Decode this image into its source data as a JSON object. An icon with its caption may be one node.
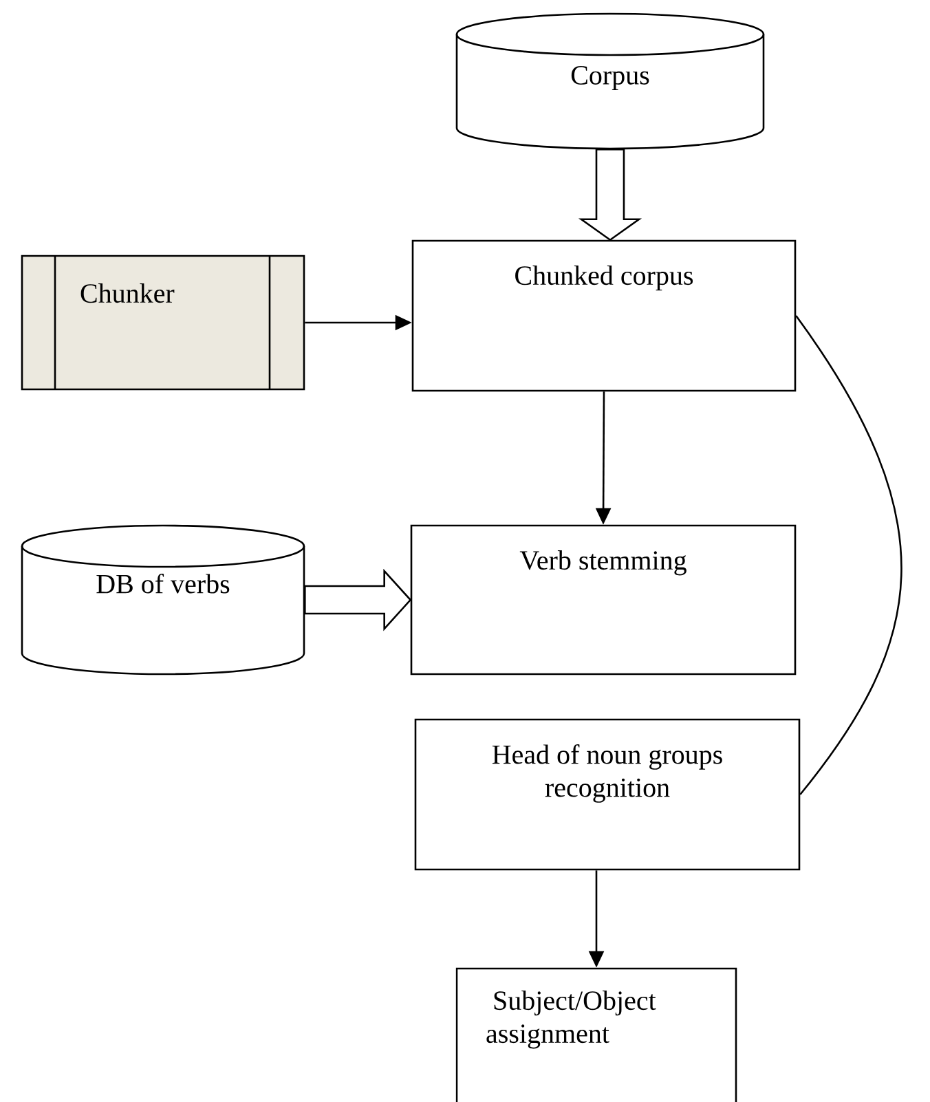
{
  "diagram": {
    "nodes": [
      {
        "text": [
          "Corpus"
        ]
      },
      {
        "text": [
          "Chunker"
        ]
      },
      {
        "text": [
          "Chunked corpus"
        ]
      },
      {
        "text": [
          "DB of verbs"
        ]
      },
      {
        "text": [
          "Verb stemming"
        ]
      },
      {
        "text": [
          "Head of noun groups recognition"
        ]
      },
      {
        "text": [
          "Subject/Object assignment"
        ]
      }
    ],
    "edges": [
      {
        "from": 0,
        "to": 2,
        "arrow": "to"
      },
      {
        "from": 1,
        "to": 2,
        "arrow": "to"
      },
      {
        "from": 2,
        "to": 4,
        "arrow": "to"
      },
      {
        "from": 3,
        "to": 4,
        "arrow": "to"
      },
      {
        "from": 2,
        "to": 5,
        "arrow": "none"
      },
      {
        "from": 5,
        "to": 6,
        "arrow": "to"
      }
    ]
  }
}
